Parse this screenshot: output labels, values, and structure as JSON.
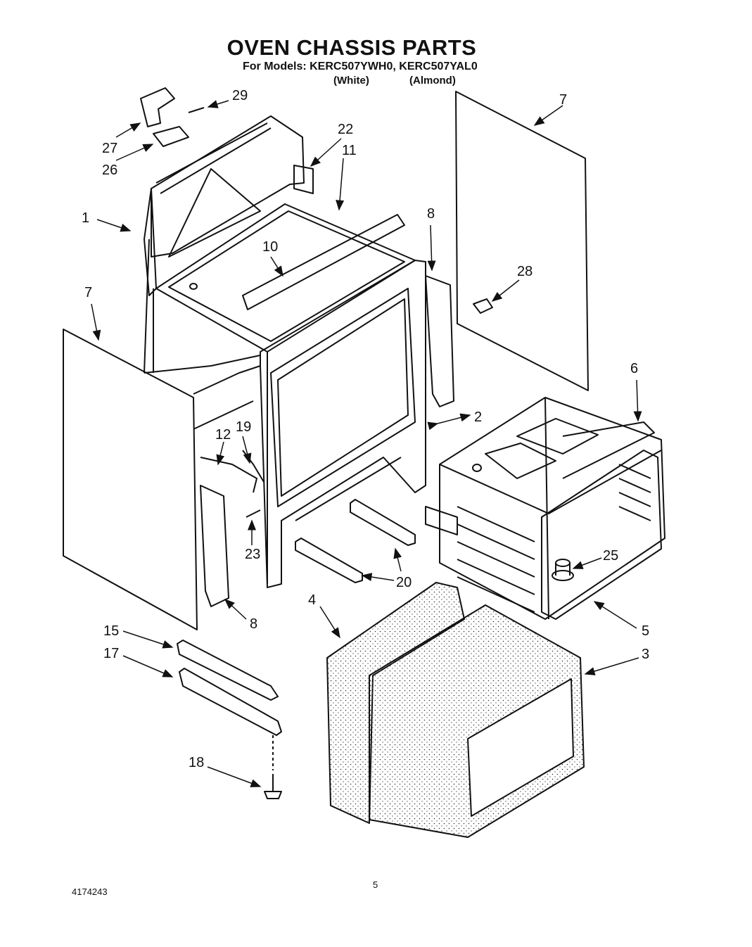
{
  "header": {
    "title": "OVEN CHASSIS PARTS",
    "subtitle": "For Models: KERC507YWH0, KERC507YAL0",
    "color_white": "(White)",
    "color_almond": "(Almond)"
  },
  "callouts": {
    "c1": "1",
    "c2": "2",
    "c3": "3",
    "c4": "4",
    "c5": "5",
    "c6": "6",
    "c7a": "7",
    "c7b": "7",
    "c8a": "8",
    "c8b": "8",
    "c10": "10",
    "c11": "11",
    "c12": "12",
    "c15": "15",
    "c17": "17",
    "c18": "18",
    "c19": "19",
    "c20": "20",
    "c22": "22",
    "c23": "23",
    "c25": "25",
    "c26": "26",
    "c27": "27",
    "c28": "28",
    "c29": "29"
  },
  "footer": {
    "doc_number": "4174243",
    "page_number": "5"
  }
}
